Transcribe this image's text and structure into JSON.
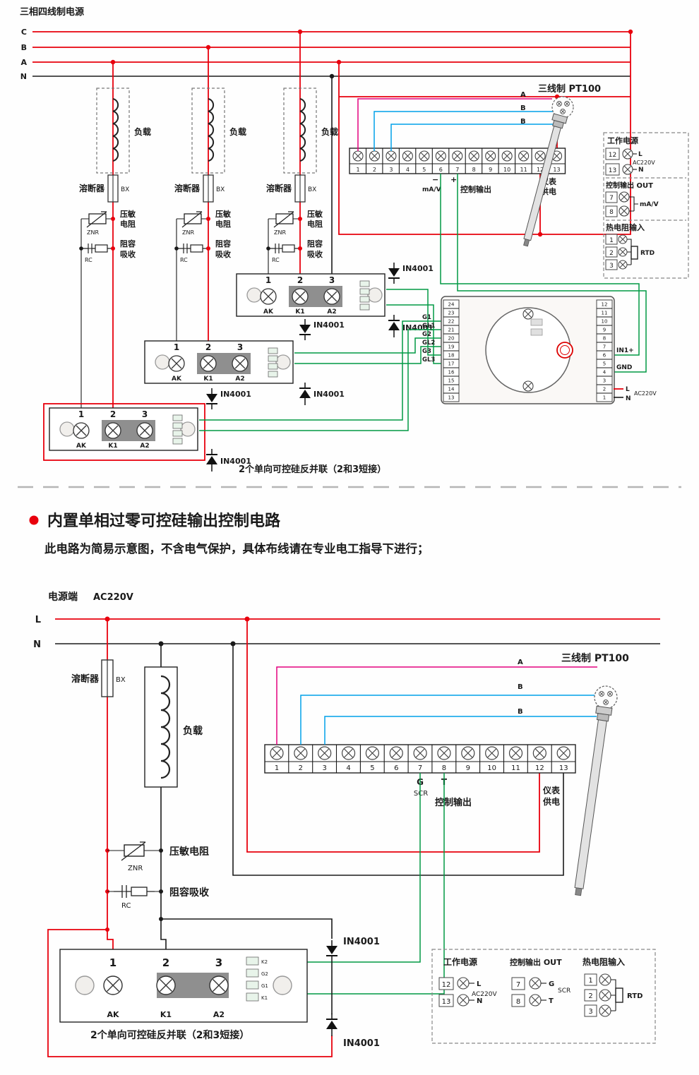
{
  "colors": {
    "red": "#e8000d",
    "black": "#1a1a1a",
    "green": "#009944",
    "blue": "#00a0e9",
    "magenta": "#e4007f",
    "gray": "#8f8f8f"
  },
  "top": {
    "title": "三相四线制电源",
    "phases": [
      "C",
      "B",
      "A",
      "N"
    ],
    "branches": {
      "load": "负载",
      "fuse_label": "溶断器",
      "fuse_type": "BX",
      "znr": "ZNR",
      "varistor_l1": "压敏",
      "varistor_l2": "电阻",
      "rc": "RC",
      "snubber_l1": "阻容",
      "snubber_l2": "吸收"
    },
    "module": {
      "terminals": [
        "1",
        "2",
        "3"
      ],
      "pins": [
        "AK",
        "K1",
        "A2"
      ]
    },
    "diode": "IN4001",
    "tb": {
      "numbers": [
        "1",
        "2",
        "3",
        "4",
        "5",
        "6",
        "7",
        "8",
        "9",
        "10",
        "11",
        "12",
        "13"
      ],
      "minus": "−",
      "plus": "+",
      "mav": "mA/V",
      "ctrl": "控制输出",
      "meter_l1": "仪表",
      "meter_l2": "供电"
    },
    "pt100": {
      "title": "三线制 PT100",
      "wires": [
        "A",
        "B",
        "B"
      ]
    },
    "panel": {
      "power_title": "工作电源",
      "power_nums": [
        "12",
        "13"
      ],
      "l": "L",
      "n": "N",
      "ac": "AC220V",
      "out_title": "控制输出 OUT",
      "out_nums": [
        "7",
        "8"
      ],
      "mav": "mA/V",
      "rtd_title": "热电阻输入",
      "rtd_nums": [
        "1",
        "2",
        "3"
      ],
      "rtd": "RTD"
    },
    "controller": {
      "left_terms": [
        "24",
        "23",
        "22",
        "21",
        "20",
        "19",
        "18",
        "17",
        "16",
        "15",
        "14",
        "13"
      ],
      "right_terms": [
        "12",
        "11",
        "10",
        "9",
        "8",
        "7",
        "6",
        "5",
        "4",
        "3",
        "2",
        "1"
      ],
      "in1": "IN1+",
      "gnd": "GND",
      "l": "L",
      "n": "N",
      "ac": "AC220V"
    },
    "gates": [
      "G1",
      "GL1",
      "G2",
      "GL2",
      "G3",
      "GL3"
    ],
    "caption": "2个单向可控硅反并联（2和3短接）"
  },
  "middle": {
    "title": "内置单相过零可控硅输出控制电路",
    "subtitle": "此电路为简易示意图，不含电气保护，具体布线请在专业电工指导下进行；"
  },
  "bottom": {
    "power_label": "电源端",
    "power_v": "AC220V",
    "lines": [
      "L",
      "N"
    ],
    "fuse_label": "溶断器",
    "fuse_type": "BX",
    "load": "负载",
    "znr": "ZNR",
    "varistor": "压敏电阻",
    "rc": "RC",
    "snubber": "阻容吸收",
    "tb": {
      "numbers": [
        "1",
        "2",
        "3",
        "4",
        "5",
        "6",
        "7",
        "8",
        "9",
        "10",
        "11",
        "12",
        "13"
      ],
      "g": "G",
      "t": "T",
      "scr": "SCR",
      "ctrl": "控制输出",
      "meter_l1": "仪表",
      "meter_l2": "供电"
    },
    "pt100": {
      "title": "三线制 PT100",
      "wires": [
        "A",
        "B",
        "B"
      ]
    },
    "module": {
      "terminals": [
        "1",
        "2",
        "3"
      ],
      "pins": [
        "AK",
        "K1",
        "A2"
      ],
      "side": [
        "K2",
        "G2",
        "G1",
        "K1"
      ]
    },
    "diode": "IN4001",
    "caption": "2个单向可控硅反并联（2和3短接）",
    "panel": {
      "power_title": "工作电源",
      "power_nums": [
        "12",
        "13"
      ],
      "l": "L",
      "n": "N",
      "ac": "AC220V",
      "out_title": "控制输出 OUT",
      "out_nums": [
        "7",
        "8"
      ],
      "g": "G",
      "scr": "SCR",
      "t": "T",
      "rtd_title": "热电阻输入",
      "rtd_nums": [
        "1",
        "2",
        "3"
      ],
      "rtd": "RTD"
    }
  }
}
